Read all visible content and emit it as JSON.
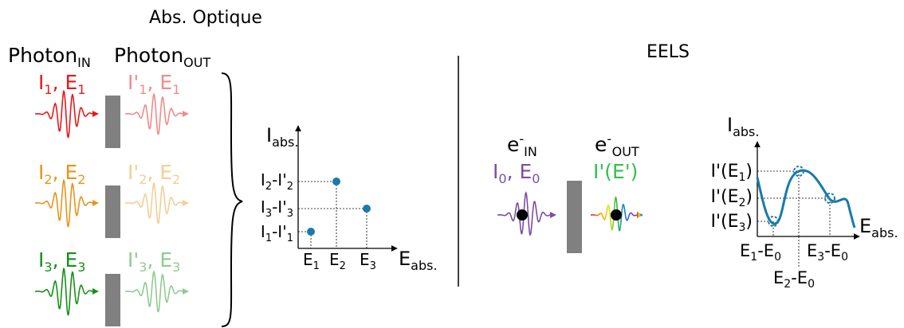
{
  "left_title": "Abs. Optique",
  "right_title": "EELS",
  "photon_in": {
    "base": "Photon",
    "sub": "IN"
  },
  "photon_out": {
    "base": "Photon",
    "sub": "OUT"
  },
  "rows": [
    {
      "in_label": {
        "a": "I",
        "as": "1",
        "sep": ", ",
        "b": "E",
        "bs": "1"
      },
      "out_label": {
        "a": "I'",
        "as": "1",
        "sep": ", ",
        "b": "E",
        "bs": "1"
      },
      "color": "#e8191c",
      "color_light": "#f28a8a"
    },
    {
      "in_label": {
        "a": "I",
        "as": "2",
        "sep": ", ",
        "b": "E",
        "bs": "2"
      },
      "out_label": {
        "a": "I'",
        "as": "2",
        "sep": ", ",
        "b": "E",
        "bs": "2"
      },
      "color": "#e5951b",
      "color_light": "#f1cf95"
    },
    {
      "in_label": {
        "a": "I",
        "as": "3",
        "sep": ", ",
        "b": "E",
        "bs": "3"
      },
      "out_label": {
        "a": "I'",
        "as": "3",
        "sep": ", ",
        "b": "E",
        "bs": "3"
      },
      "color": "#179017",
      "color_light": "#8fcb8f"
    }
  ],
  "optical_plot": {
    "y_axis": {
      "base": "I",
      "sub": "abs."
    },
    "x_axis": {
      "base": "E",
      "sub": "abs."
    },
    "y_ticks": [
      {
        "a": "I",
        "as": "2",
        "m": "-I'",
        "ms": "2"
      },
      {
        "a": "I",
        "as": "3",
        "m": "-I'",
        "ms": "3"
      },
      {
        "a": "I",
        "as": "1",
        "m": "-I'",
        "ms": "1"
      }
    ],
    "x_ticks": [
      {
        "base": "E",
        "sub": "1"
      },
      {
        "base": "E",
        "sub": "2"
      },
      {
        "base": "E",
        "sub": "3"
      }
    ],
    "point_color": "#1a7aa8"
  },
  "electron_in": {
    "base": "e",
    "sup": "-",
    "sub": "IN"
  },
  "electron_out": {
    "base": "e",
    "sup": "-",
    "sub": "OUT"
  },
  "electron_in_label": {
    "a": "I",
    "as": "0",
    "sep": ", ",
    "b": "E",
    "bs": "0"
  },
  "electron_out_label": "I'(E')",
  "electron_in_color": "#7a4ea6",
  "electron_out_color": "#33c04a",
  "eels_plot": {
    "y_axis": {
      "base": "I",
      "sub": "abs."
    },
    "x_axis": {
      "base": "E",
      "sub": "abs."
    },
    "y_ticks": [
      {
        "pre": "I'(E",
        "sub": "1",
        "post": ")"
      },
      {
        "pre": "I'(E",
        "sub": "2",
        "post": ")"
      },
      {
        "pre": "I'(E",
        "sub": "3",
        "post": ")"
      }
    ],
    "x_ticks": [
      {
        "a": "E",
        "as": "1",
        "m": "-E",
        "ms": "0"
      },
      {
        "a": "E",
        "as": "2",
        "m": "-E",
        "ms": "0"
      },
      {
        "a": "E",
        "as": "3",
        "m": "-E",
        "ms": "0"
      }
    ],
    "curve_color": "#1a7aa8"
  }
}
